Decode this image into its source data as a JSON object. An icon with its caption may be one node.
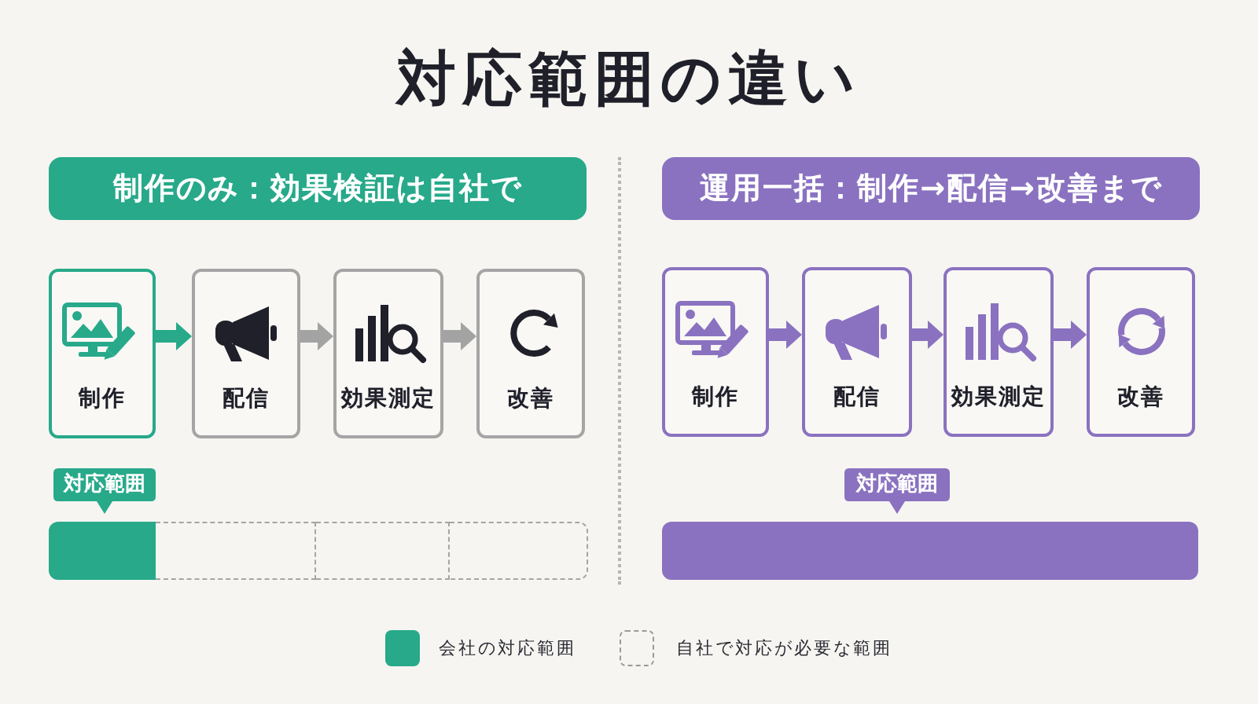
{
  "diagram": {
    "title": "対応範囲の違い",
    "nodes": [
      {
        "text": [
          "制作のみ：効果検証は自社で"
        ]
      },
      {
        "text": [
          "制作"
        ]
      },
      {
        "text": [
          "配信"
        ]
      },
      {
        "text": [
          "効果測定"
        ]
      },
      {
        "text": [
          "改善"
        ]
      },
      {
        "text": [
          "対応範囲"
        ]
      },
      {
        "text": [],
        "shape": "bar"
      },
      {
        "text": [],
        "shape": "box"
      },
      {
        "text": [],
        "shape": "box"
      },
      {
        "text": [],
        "shape": "box"
      },
      {
        "text": [
          "運用一括：制作→配信→改善まで"
        ]
      },
      {
        "text": [
          "制作"
        ]
      },
      {
        "text": [
          "配信"
        ]
      },
      {
        "text": [
          "効果測定"
        ]
      },
      {
        "text": [
          "改善"
        ]
      },
      {
        "text": [
          "対応範囲"
        ]
      },
      {
        "text": [],
        "shape": "bar"
      }
    ],
    "edges": [
      {
        "from": 1,
        "to": 2,
        "arrow": "to",
        "color": "#27a98a"
      },
      {
        "from": 2,
        "to": 3,
        "arrow": "to",
        "color": "#a3a3a3"
      },
      {
        "from": 3,
        "to": 4,
        "arrow": "to",
        "color": "#a3a3a3"
      },
      {
        "from": 11,
        "to": 12,
        "arrow": "to"
      },
      {
        "from": 12,
        "to": 13,
        "arrow": "to"
      },
      {
        "from": 13,
        "to": 14,
        "arrow": "to"
      }
    ],
    "legend": [
      {
        "text": "会社の対応範囲",
        "color": "#27a98a"
      },
      {
        "text": "自社で対応が必要な範囲"
      }
    ]
  }
}
